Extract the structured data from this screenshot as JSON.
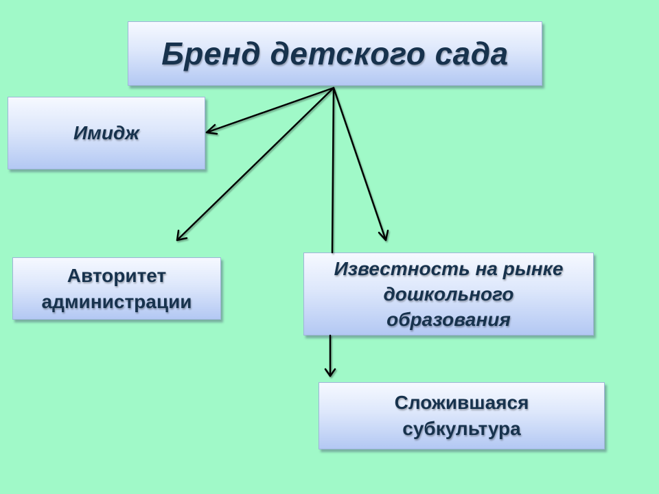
{
  "diagram": {
    "title": "Бренд детского сада",
    "nodes": {
      "image": "Имидж",
      "authority": [
        "Авторитет",
        "администрации"
      ],
      "fame": [
        "Известность на рынке",
        "дошкольного",
        "образования"
      ],
      "subculture": [
        "Сложившаяся",
        "субкультура"
      ]
    }
  },
  "colors": {
    "background": "#a0f9c8",
    "box_text": "#17324d",
    "arrow": "#000000"
  }
}
